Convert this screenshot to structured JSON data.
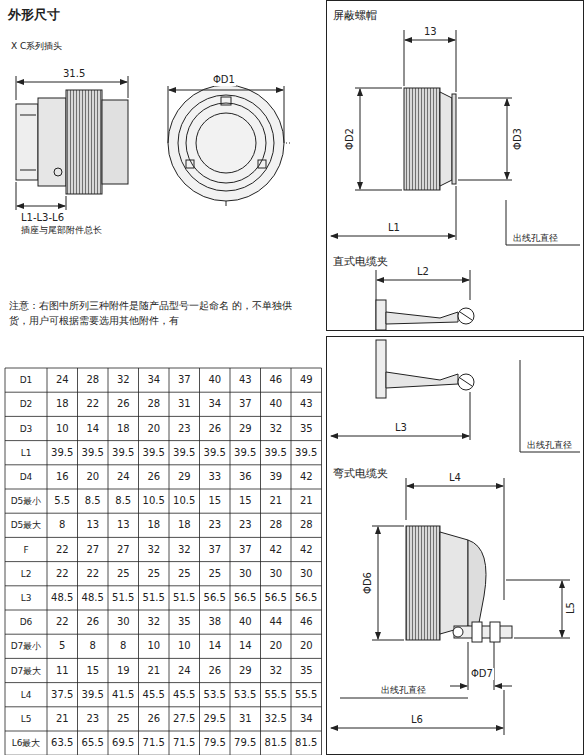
{
  "diagram": {
    "title": "外形尺寸",
    "labels": [
      "X C系列插头",
      "31.5",
      "ΦD1",
      "L1-L3-L6",
      "插座与尾部附件总长",
      "屏蔽螺帽",
      "13",
      "ΦD2",
      "ΦD3",
      "L1",
      "出线孔直径",
      "直式电缆夹",
      "L2",
      "注意：右图中所列三种附件是随产品型号一起命名 的，不单独供货，用户可根据需要选用其他附件，有",
      "D1",
      "24",
      "28",
      "32",
      "34",
      "37",
      "40",
      "43",
      "46",
      "49",
      "D2",
      "18",
      "22",
      "26",
      "28",
      "31",
      "34",
      "37",
      "40",
      "43",
      "D3",
      "10",
      "14",
      "18",
      "20",
      "23",
      "26",
      "29",
      "32",
      "35",
      "L1",
      "39.5",
      "39.5",
      "39.5",
      "39.5",
      "39.5",
      "39.5",
      "39.5",
      "39.5",
      "39.5",
      "D4",
      "16",
      "20",
      "24",
      "26",
      "29",
      "33",
      "36",
      "39",
      "42",
      "D5最小",
      "5.5",
      "8.5",
      "8.5",
      "10.5",
      "10.5",
      "15",
      "15",
      "21",
      "21",
      "D5最大",
      "8",
      "13",
      "13",
      "18",
      "18",
      "23",
      "23",
      "28",
      "28",
      "F",
      "22",
      "27",
      "27",
      "32",
      "32",
      "37",
      "37",
      "42",
      "42",
      "L2",
      "22",
      "22",
      "25",
      "25",
      "25",
      "25",
      "30",
      "30",
      "30",
      "L3",
      "48.5",
      "48.5",
      "51.5",
      "51.5",
      "51.5",
      "56.5",
      "56.5",
      "56.5",
      "56.5",
      "D6",
      "22",
      "26",
      "30",
      "32",
      "35",
      "38",
      "40",
      "44",
      "46",
      "D7最小",
      "5",
      "8",
      "8",
      "10",
      "10",
      "14",
      "14",
      "20",
      "20",
      "D7最大",
      "11",
      "15",
      "19",
      "21",
      "24",
      "26",
      "29",
      "32",
      "35",
      "L4",
      "37.5",
      "39.5",
      "41.5",
      "45.5",
      "45.5",
      "53.5",
      "53.5",
      "55.5",
      "55.5",
      "L5",
      "21",
      "23",
      "25",
      "26",
      "27.5",
      "29.5",
      "31",
      "32.5",
      "34",
      "L6最大",
      "63.5",
      "65.5",
      "69.5",
      "71.5",
      "71.5",
      "79.5",
      "79.5",
      "81.5",
      "81.5",
      "L3",
      "出线孔直径",
      "弯式电缆夹",
      "L4",
      "ΦD6",
      "L5",
      "出线孔直径",
      "ΦD7",
      "L6"
    ]
  }
}
